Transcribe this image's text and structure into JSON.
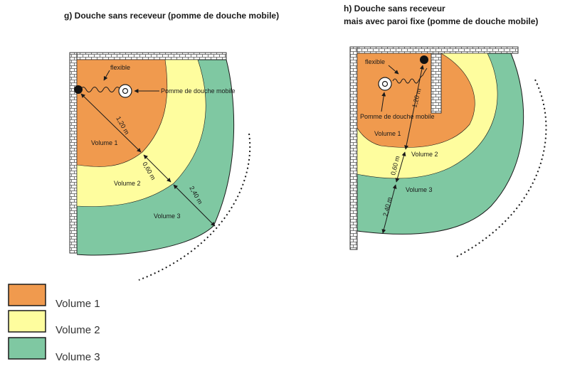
{
  "colors": {
    "volume1": "#f09a4e",
    "volume2": "#fefd9e",
    "volume3": "#7fc8a2",
    "line": "#1a1a1a"
  },
  "diagram_g": {
    "title": "g) Douche sans receveur (pomme de douche mobile)",
    "flexible_label": "flexible",
    "shower_head_label": "Pomme de douche mobile",
    "volume1_label": "Volume 1",
    "volume2_label": "Volume 2",
    "volume3_label": "Volume 3",
    "dim1": "1,20 m",
    "dim2": "0,60 m",
    "dim3": "2,40 m"
  },
  "diagram_h": {
    "title_line1": "h) Douche sans receveur",
    "title_line2": "mais avec paroi fixe (pomme de douche mobile)",
    "flexible_label": "flexible",
    "shower_head_label": "Pomme de douche mobile",
    "volume1_label": "Volume 1",
    "volume2_label": "Volume 2",
    "volume3_label": "Volume 3",
    "dim1": "1,20 m",
    "dim2": "0,60 m",
    "dim3": "2,40 m"
  },
  "legend": [
    {
      "label": "Volume 1",
      "color": "#f09a4e"
    },
    {
      "label": "Volume 2",
      "color": "#fefd9e"
    },
    {
      "label": "Volume 3",
      "color": "#7fc8a2"
    }
  ]
}
